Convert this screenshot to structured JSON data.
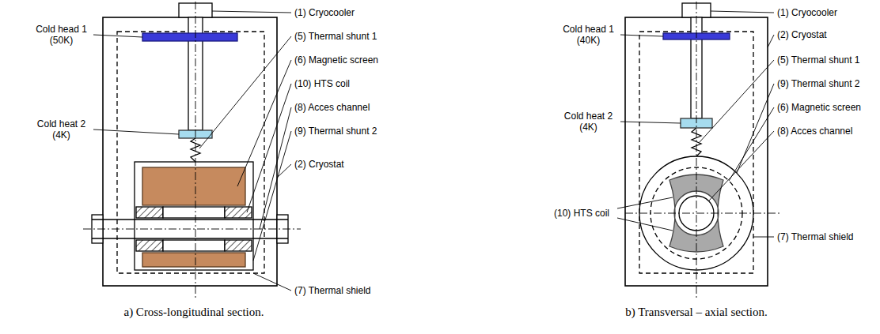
{
  "diagram": {
    "labels": [
      "Cold head 1 (50K)",
      "Cold heat 2 (4K)",
      "(1) Cryocooler",
      "(5) Thermal shunt 1",
      "(6) Magnetic screen",
      "(10) HTS coil",
      "(8) Acces channel",
      "(9) Thermal shunt 2",
      "(2) Cryostat",
      "(7) Thermal shield",
      "a) Cross-longitudinal section.",
      "Cold head 1 (40K)",
      "(1) Cryocooler",
      "(2) Cryostat",
      "Cold heat 2 (4K)",
      "(5) Thermal shunt 1",
      "(9) Thermal shunt 2",
      "(6) Magnetic screen",
      "(8) Acces channel",
      "(10) HTS coil",
      "(7) Thermal shield",
      "b) Transversal – axial section."
    ]
  }
}
